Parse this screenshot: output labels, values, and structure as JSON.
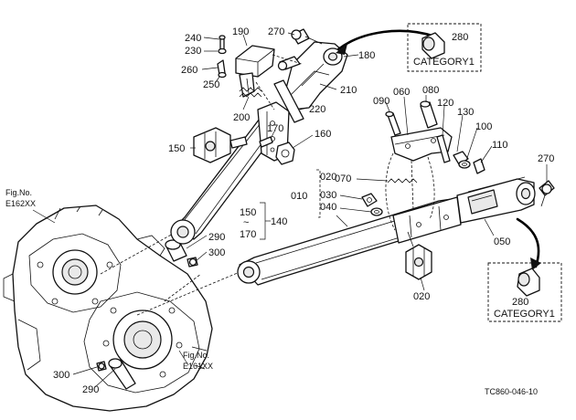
{
  "callouts": {
    "c240": "240",
    "c230": "230",
    "c190": "190",
    "c270a": "270",
    "c180": "180",
    "c260": "260",
    "c250": "250",
    "c210": "210",
    "c200": "200",
    "c220": "220",
    "c150": "150",
    "c170": "170",
    "c160": "160",
    "c060": "060",
    "c080": "080",
    "c090": "090",
    "c120": "120",
    "c130": "130",
    "c100": "100",
    "c110": "110",
    "c270b": "270",
    "c020a": "020",
    "c010": "010",
    "c030": "030",
    "c040": "040",
    "c070": "070",
    "c150g": "150",
    "c140": "140",
    "c170g": "170",
    "c050": "050",
    "c290a": "290",
    "c300a": "300",
    "c020b": "020",
    "c300b": "300",
    "c290b": "290"
  },
  "group_tilde": "~",
  "category_boxes": {
    "top": {
      "part": "280",
      "label": "CATEGORY1"
    },
    "bottom": {
      "part": "280",
      "label": "CATEGORY1"
    }
  },
  "figure_refs": {
    "e162": {
      "line1": "Fig.No.",
      "line2": "E162XX"
    },
    "e161": {
      "line1": "Fig.No.",
      "line2": "E161XX"
    }
  },
  "drawing_code": "TC860-046-10"
}
